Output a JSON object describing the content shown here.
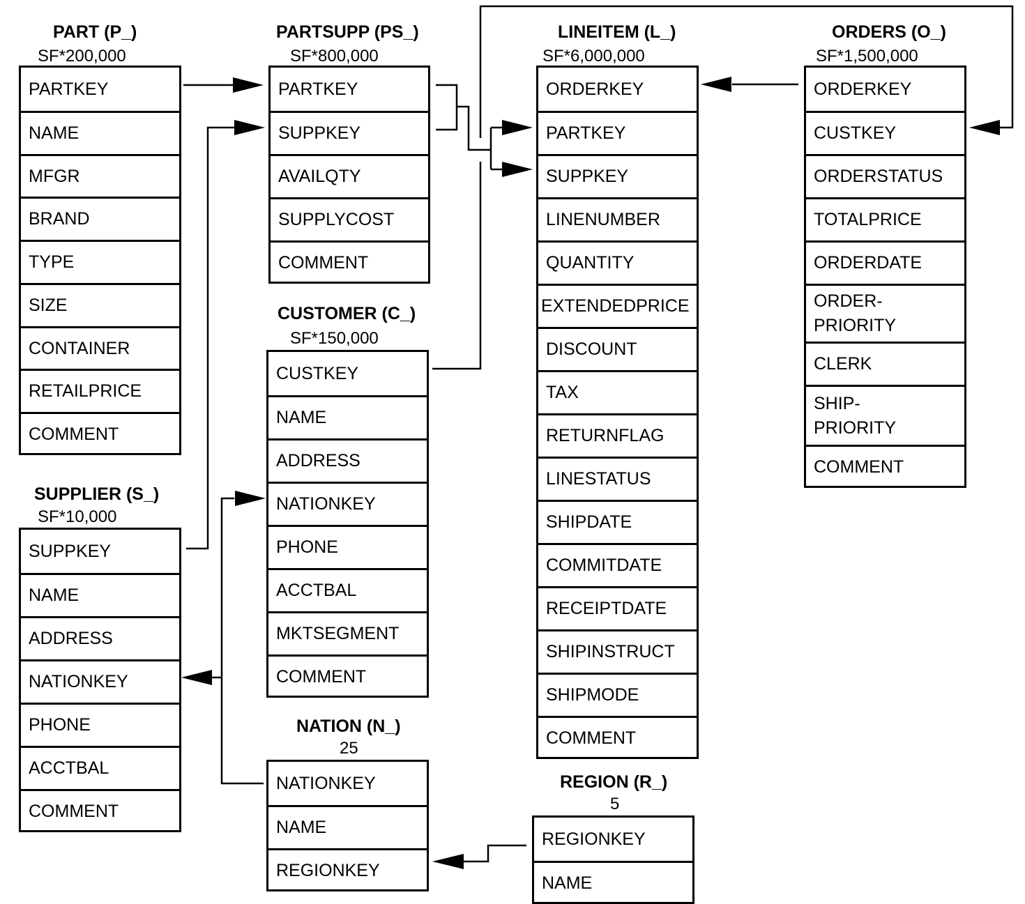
{
  "tables": [
    {
      "id": "part",
      "title": "PART (P_)",
      "sf": "SF*200,000",
      "columns": [
        "PARTKEY",
        "NAME",
        "MFGR",
        "BRAND",
        "TYPE",
        "SIZE",
        "CONTAINER",
        "RETAILPRICE",
        "COMMENT"
      ]
    },
    {
      "id": "partsupp",
      "title": "PARTSUPP (PS_)",
      "sf": "SF*800,000",
      "columns": [
        "PARTKEY",
        "SUPPKEY",
        "AVAILQTY",
        "SUPPLYCOST",
        "COMMENT"
      ]
    },
    {
      "id": "lineitem",
      "title": "LINEITEM (L_)",
      "sf": "SF*6,000,000",
      "columns": [
        "ORDERKEY",
        "PARTKEY",
        "SUPPKEY",
        "LINENUMBER",
        "QUANTITY",
        "EXTENDEDPRICE",
        "DISCOUNT",
        "TAX",
        "RETURNFLAG",
        "LINESTATUS",
        "SHIPDATE",
        "COMMITDATE",
        "RECEIPTDATE",
        "SHIPINSTRUCT",
        "SHIPMODE",
        "COMMENT"
      ]
    },
    {
      "id": "orders",
      "title": "ORDERS (O_)",
      "sf": "SF*1,500,000",
      "columns": [
        "ORDERKEY",
        "CUSTKEY",
        "ORDERSTATUS",
        "TOTALPRICE",
        "ORDERDATE",
        "ORDER-\nPRIORITY",
        "CLERK",
        "SHIP-\nPRIORITY",
        "COMMENT"
      ]
    },
    {
      "id": "customer",
      "title": "CUSTOMER (C_)",
      "sf": "SF*150,000",
      "columns": [
        "CUSTKEY",
        "NAME",
        "ADDRESS",
        "NATIONKEY",
        "PHONE",
        "ACCTBAL",
        "MKTSEGMENT",
        "COMMENT"
      ]
    },
    {
      "id": "supplier",
      "title": "SUPPLIER (S_)",
      "sf": "SF*10,000",
      "columns": [
        "SUPPKEY",
        "NAME",
        "ADDRESS",
        "NATIONKEY",
        "PHONE",
        "ACCTBAL",
        "COMMENT"
      ]
    },
    {
      "id": "nation",
      "title": "NATION (N_)",
      "sf": "25",
      "columns": [
        "NATIONKEY",
        "NAME",
        "REGIONKEY"
      ]
    },
    {
      "id": "region",
      "title": "REGION (R_)",
      "sf": "5",
      "columns": [
        "REGIONKEY",
        "NAME"
      ]
    }
  ],
  "relationships": [
    {
      "from": "part.PARTKEY",
      "to": "partsupp.PARTKEY"
    },
    {
      "from": "supplier.SUPPKEY",
      "to": "partsupp.SUPPKEY"
    },
    {
      "from": "partsupp.PARTKEY+SUPPKEY",
      "to": "lineitem.PARTKEY+SUPPKEY"
    },
    {
      "from": "orders.ORDERKEY",
      "to": "lineitem.ORDERKEY"
    },
    {
      "from": "customer.CUSTKEY",
      "to": "orders.CUSTKEY"
    },
    {
      "from": "nation.NATIONKEY",
      "to": "customer.NATIONKEY"
    },
    {
      "from": "nation.NATIONKEY",
      "to": "supplier.NATIONKEY"
    },
    {
      "from": "region.REGIONKEY",
      "to": "nation.REGIONKEY"
    }
  ]
}
